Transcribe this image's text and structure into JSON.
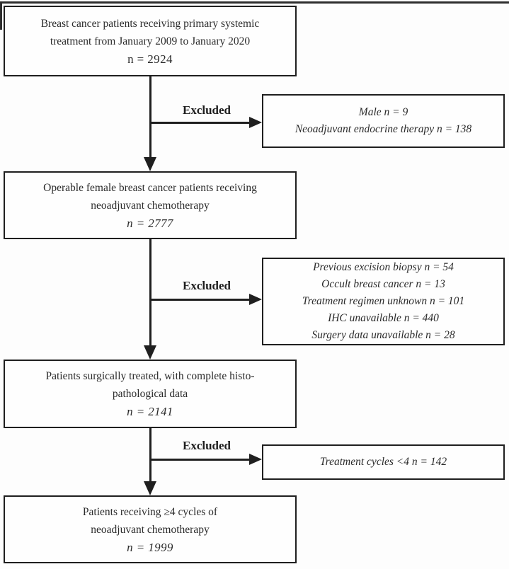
{
  "main_boxes": [
    {
      "line1": "Breast cancer patients receiving primary systemic",
      "line2": "treatment from January 2009 to January 2020",
      "n_line": "n = 2924"
    },
    {
      "line1": "Operable female breast cancer patients receiving",
      "line2": "neoadjuvant chemotherapy",
      "n_line": "n = 2777"
    },
    {
      "line1": "Patients surgically treated, with complete histo-",
      "line2": "pathological data",
      "n_line": "n = 2141"
    },
    {
      "line1": "Patients receiving ≥4 cycles of",
      "line2": "neoadjuvant chemotherapy",
      "n_line": "n = 1999"
    }
  ],
  "exclusion_label": "Excluded",
  "exclusion_boxes": [
    {
      "items": [
        "Male n = 9",
        "Neoadjuvant endocrine therapy n = 138"
      ]
    },
    {
      "items": [
        "Previous excision biopsy n = 54",
        "Occult breast cancer n = 13",
        "Treatment regimen unknown n = 101",
        "IHC unavailable n = 440",
        "Surgery data unavailable n = 28"
      ]
    },
    {
      "items": [
        "Treatment cycles <4 n = 142"
      ]
    }
  ],
  "colors": {
    "ink": "#1f1f1f",
    "text": "#2b2b2b",
    "background": "#ffffff"
  }
}
